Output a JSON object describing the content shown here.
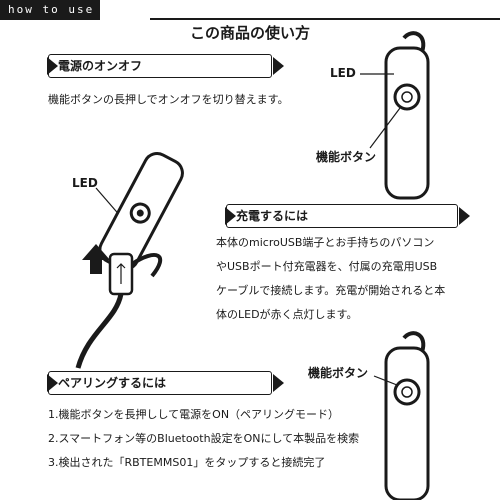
{
  "header": {
    "tag": "how to use",
    "title": "この商品の使い方"
  },
  "power": {
    "heading": "電源のオンオフ",
    "text": "機能ボタンの長押しでオンオフを切り替えます。",
    "led_label": "LED",
    "button_label": "機能ボタン"
  },
  "charging": {
    "led_label": "LED",
    "heading": "充電するには",
    "lines": [
      "本体のmicroUSB端子とお手持ちのパソコン",
      "やUSBポート付充電器を、付属の充電用USB",
      "ケーブルで接続します。充電が開始されると本",
      "体のLEDが赤く点灯します。"
    ]
  },
  "pairing": {
    "heading": "ペアリングするには",
    "button_label": "機能ボタン",
    "steps": [
      "1.機能ボタンを長押しして電源をON（ペアリングモード）",
      "2.スマートフォン等のBluetooth設定をONにして本製品を検索",
      "3.検出された「RBTEMMS01」をタップすると接続完了"
    ]
  }
}
